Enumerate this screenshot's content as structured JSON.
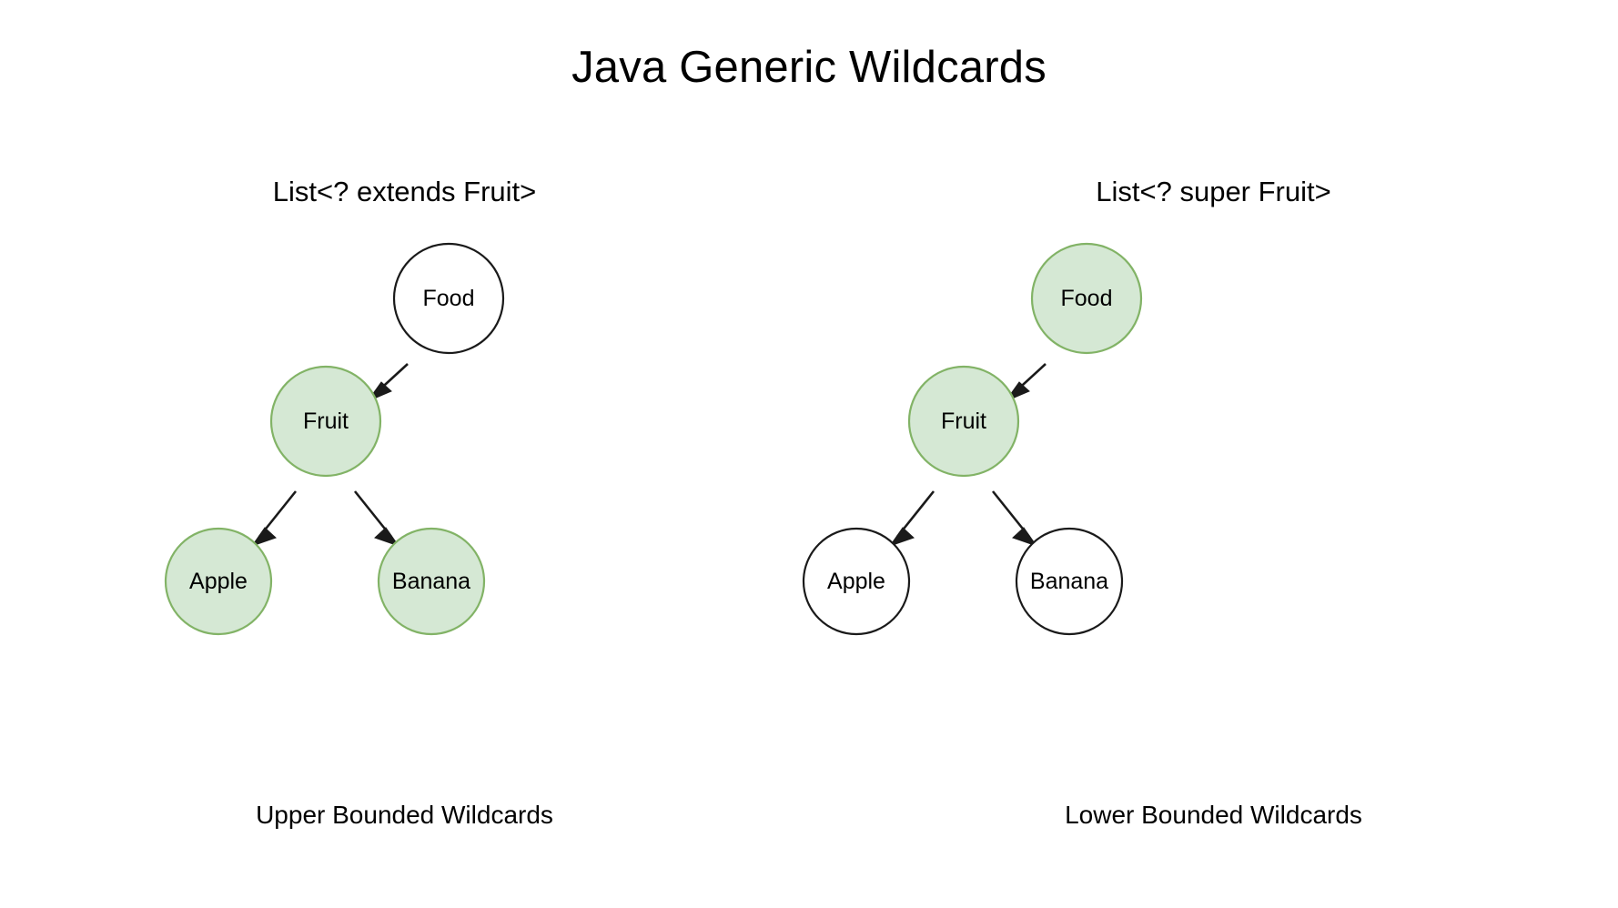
{
  "title": "Java Generic Wildcards",
  "colors": {
    "highlight_fill": "#d5e8d4",
    "highlight_stroke": "#82b366",
    "plain_fill": "#ffffff",
    "plain_stroke": "#1a1a1a",
    "text": "#000000",
    "background": "#ffffff"
  },
  "panels": [
    {
      "heading": "List<? extends Fruit>",
      "caption": "Upper Bounded Wildcards",
      "nodes": [
        {
          "id": "food",
          "label": "Food",
          "highlighted": false
        },
        {
          "id": "fruit",
          "label": "Fruit",
          "highlighted": true
        },
        {
          "id": "apple",
          "label": "Apple",
          "highlighted": true
        },
        {
          "id": "banana",
          "label": "Banana",
          "highlighted": true
        }
      ],
      "edges": [
        {
          "from": "food",
          "to": "fruit"
        },
        {
          "from": "fruit",
          "to": "apple"
        },
        {
          "from": "fruit",
          "to": "banana"
        }
      ]
    },
    {
      "heading": "List<? super Fruit>",
      "caption": "Lower Bounded Wildcards",
      "nodes": [
        {
          "id": "food",
          "label": "Food",
          "highlighted": true
        },
        {
          "id": "fruit",
          "label": "Fruit",
          "highlighted": true
        },
        {
          "id": "apple",
          "label": "Apple",
          "highlighted": false
        },
        {
          "id": "banana",
          "label": "Banana",
          "highlighted": false
        }
      ],
      "edges": [
        {
          "from": "food",
          "to": "fruit"
        },
        {
          "from": "fruit",
          "to": "apple"
        },
        {
          "from": "fruit",
          "to": "banana"
        }
      ]
    }
  ]
}
